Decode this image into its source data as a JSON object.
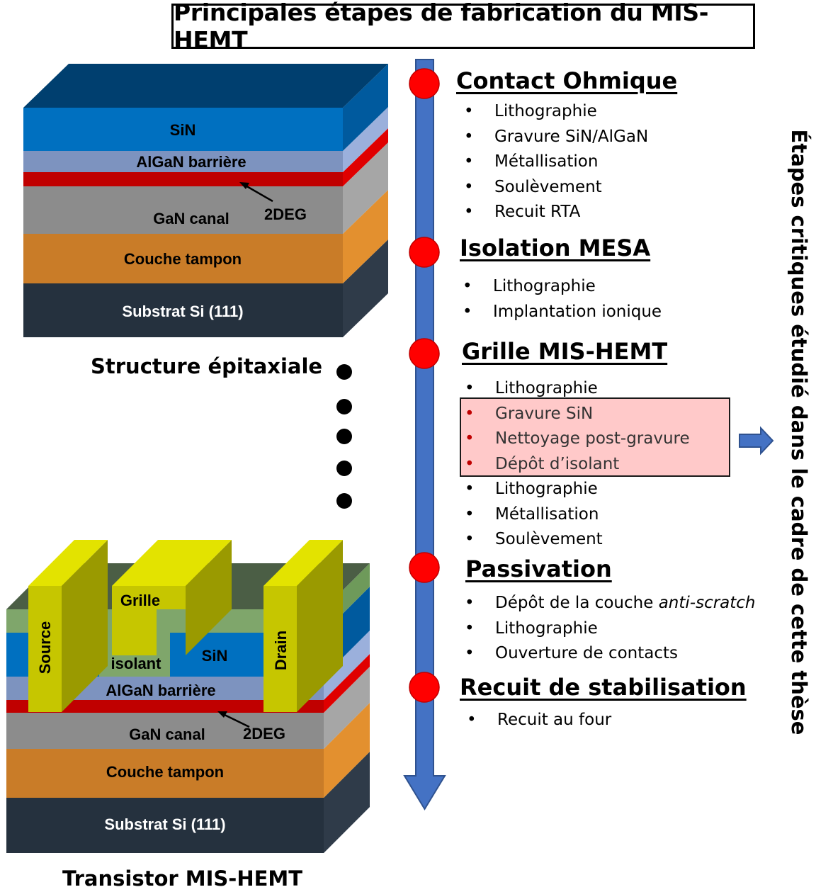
{
  "title": "Principales étapes de fabrication du MIS-HEMT",
  "vertical_label": "Étapes critiques étudié dans le cadre de cette thèse",
  "epi_structure": {
    "caption": "Structure épitaxiale",
    "layers": {
      "sin": "SiN",
      "algan": "AlGaN barrière",
      "gan": "GaN canal",
      "deg": "2DEG",
      "buffer": "Couche tampon",
      "substrate": "Substrat Si (111)"
    }
  },
  "transistor": {
    "caption": "Transistor MIS-HEMT",
    "labels": {
      "source": "Source",
      "drain": "Drain",
      "gate": "Grille",
      "isolant": "isolant",
      "sin": "SiN",
      "algan": "AlGaN barrière",
      "gan": "GaN canal",
      "deg": "2DEG",
      "buffer": "Couche tampon",
      "substrate": "Substrat Si (111)"
    }
  },
  "bullet_char": "•",
  "steps": [
    {
      "title": "Contact Ohmique",
      "items": [
        "Lithographie",
        "Gravure SiN/AlGaN",
        "Métallisation",
        "Soulèvement",
        "Recuit RTA"
      ]
    },
    {
      "title": "Isolation MESA",
      "items": [
        "Lithographie",
        "Implantation ionique"
      ]
    },
    {
      "title": "Grille MIS-HEMT",
      "items_before": [
        "Lithographie"
      ],
      "items_critical": [
        "Gravure SiN",
        "Nettoyage post-gravure",
        "Dépôt d’isolant"
      ],
      "items_after": [
        "Lithographie",
        "Métallisation",
        "Soulèvement"
      ]
    },
    {
      "title": "Passivation",
      "item_prefix": "Dépôt de la couche ",
      "item_emphasis": "anti-scratch",
      "items": [
        "Lithographie",
        "Ouverture de contacts"
      ]
    },
    {
      "title": "Recuit de stabilisation",
      "items": [
        "Recuit au four"
      ]
    }
  ],
  "colors": {
    "sin_front": "#0070c0",
    "sin_top": "#003f6f",
    "sin_side": "#005a9e",
    "algan_front": "#7d93bf",
    "algan_side": "#9bb0dc",
    "deg": "#c00000",
    "deg_side": "#e00000",
    "gan_front": "#8c8c8c",
    "gan_side": "#a6a6a6",
    "buffer_front": "#c97c28",
    "buffer_side": "#e3902f",
    "substrate_front": "#25313e",
    "substrate_side": "#2f3b49",
    "passivation": "#7fa66b",
    "passivation_top": "#4b5e45",
    "metal": "#c6c600",
    "metal_top": "#e3e300",
    "metal_dark": "#9a9a00",
    "timeline": "#4472c4",
    "milestone": "#ff0000",
    "critical_bg": "#ffc9c9"
  }
}
